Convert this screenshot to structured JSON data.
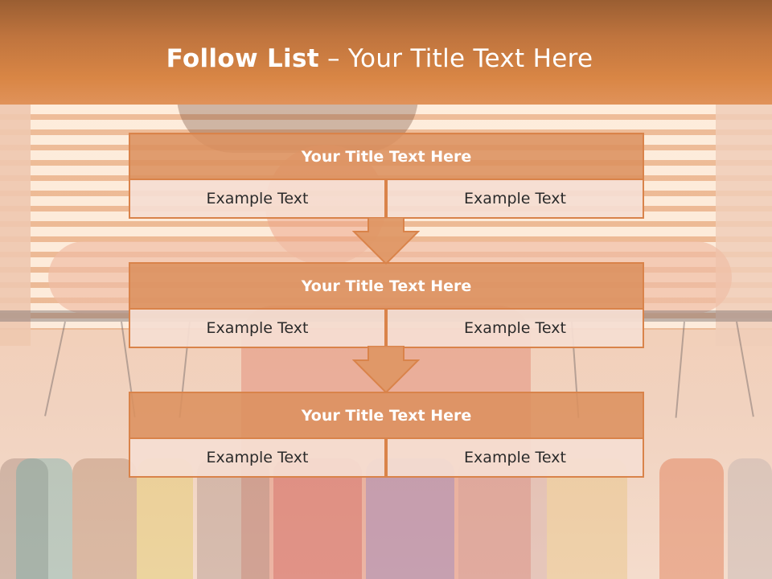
{
  "header": {
    "title_bold": "Follow List",
    "title_rest": " – Your Title Text Here"
  },
  "colors": {
    "header_brown": "#bf743e",
    "block_title_fill": "#dc915f",
    "block_border": "#d9834a",
    "cell_fill": "#f5ded2",
    "text_white": "#ffffff",
    "text_dark": "#2a2a2a"
  },
  "blocks": [
    {
      "title": "Your Title Text Here",
      "left": "Example Text",
      "right": "Example Text"
    },
    {
      "title": "Your Title Text Here",
      "left": "Example Text",
      "right": "Example Text"
    },
    {
      "title": "Your Title Text Here",
      "left": "Example Text",
      "right": "Example Text"
    }
  ],
  "connectors": [
    "down-arrow",
    "down-arrow"
  ]
}
